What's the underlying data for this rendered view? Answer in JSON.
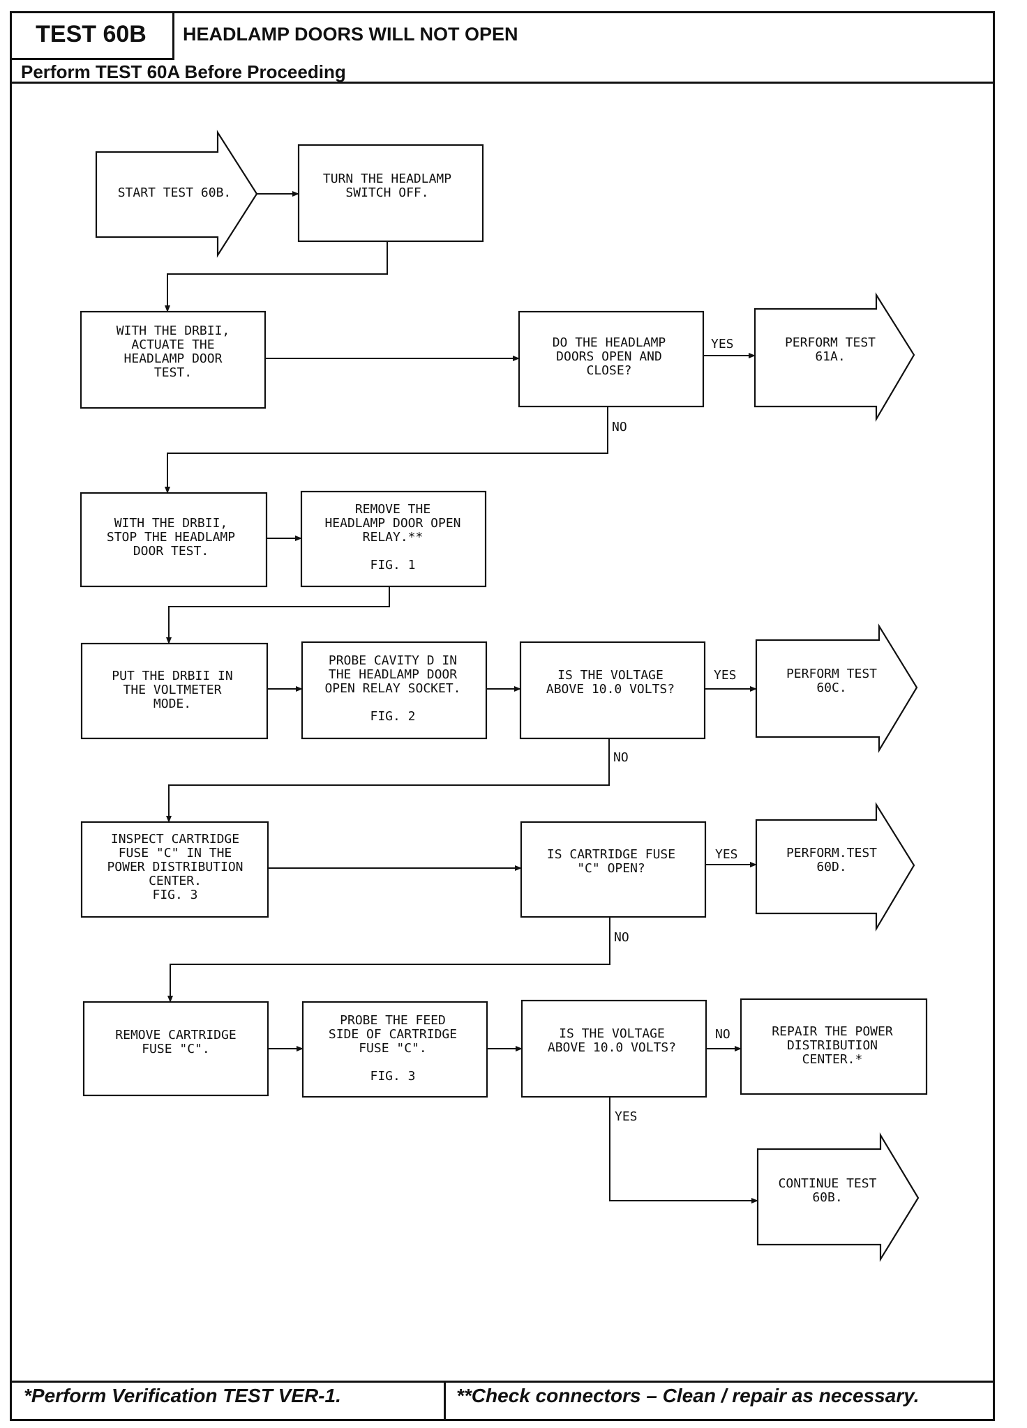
{
  "header": {
    "test_id": "TEST 60B",
    "title": "HEADLAMP DOORS WILL NOT OPEN",
    "subtitle": "Perform TEST 60A Before Proceeding"
  },
  "footer": {
    "left_note": "*Perform Verification TEST VER-1.",
    "right_note": "**Check connectors – Clean / repair as necessary."
  },
  "labels": {
    "yes": "YES",
    "no": "NO"
  },
  "nodes": {
    "start": [
      "START TEST 60B."
    ],
    "switch_off": [
      "TURN THE HEADLAMP",
      "SWITCH OFF."
    ],
    "actuate": [
      "WITH THE DRBII,",
      "ACTUATE THE",
      "HEADLAMP DOOR",
      "TEST."
    ],
    "q_doors": [
      "DO THE HEADLAMP",
      "DOORS OPEN AND",
      "CLOSE?"
    ],
    "perform_61a": [
      "PERFORM TEST",
      "61A."
    ],
    "stop_test": [
      "WITH THE DRBII,",
      "STOP THE HEADLAMP",
      "DOOR TEST."
    ],
    "remove_relay": [
      "REMOVE THE",
      "HEADLAMP DOOR OPEN",
      "RELAY.**",
      "",
      "FIG. 1"
    ],
    "voltmeter": [
      "PUT THE DRBII IN",
      "THE VOLTMETER",
      "MODE."
    ],
    "probe_cavity": [
      "PROBE CAVITY D IN",
      "THE HEADLAMP DOOR",
      "OPEN RELAY SOCKET.",
      "",
      "FIG. 2"
    ],
    "q_voltage1": [
      "IS THE VOLTAGE",
      "ABOVE 10.0 VOLTS?"
    ],
    "perform_60c": [
      "PERFORM TEST",
      "60C."
    ],
    "inspect_fuse": [
      "INSPECT CARTRIDGE",
      "FUSE \"C\" IN THE",
      "POWER DISTRIBUTION",
      "CENTER.",
      "FIG. 3"
    ],
    "q_fuse": [
      "IS CARTRIDGE FUSE",
      "\"C\" OPEN?"
    ],
    "perform_60d": [
      "PERFORM.TEST",
      "60D."
    ],
    "remove_fuse": [
      "REMOVE CARTRIDGE",
      "FUSE \"C\"."
    ],
    "probe_feed": [
      "PROBE THE FEED",
      "SIDE OF CARTRIDGE",
      "FUSE \"C\".",
      "",
      "FIG. 3"
    ],
    "q_voltage2": [
      "IS THE VOLTAGE",
      "ABOVE 10.0 VOLTS?"
    ],
    "repair_pdc": [
      "REPAIR THE POWER",
      "DISTRIBUTION",
      "CENTER.*"
    ],
    "continue_60b": [
      "CONTINUE TEST",
      "60B."
    ]
  }
}
